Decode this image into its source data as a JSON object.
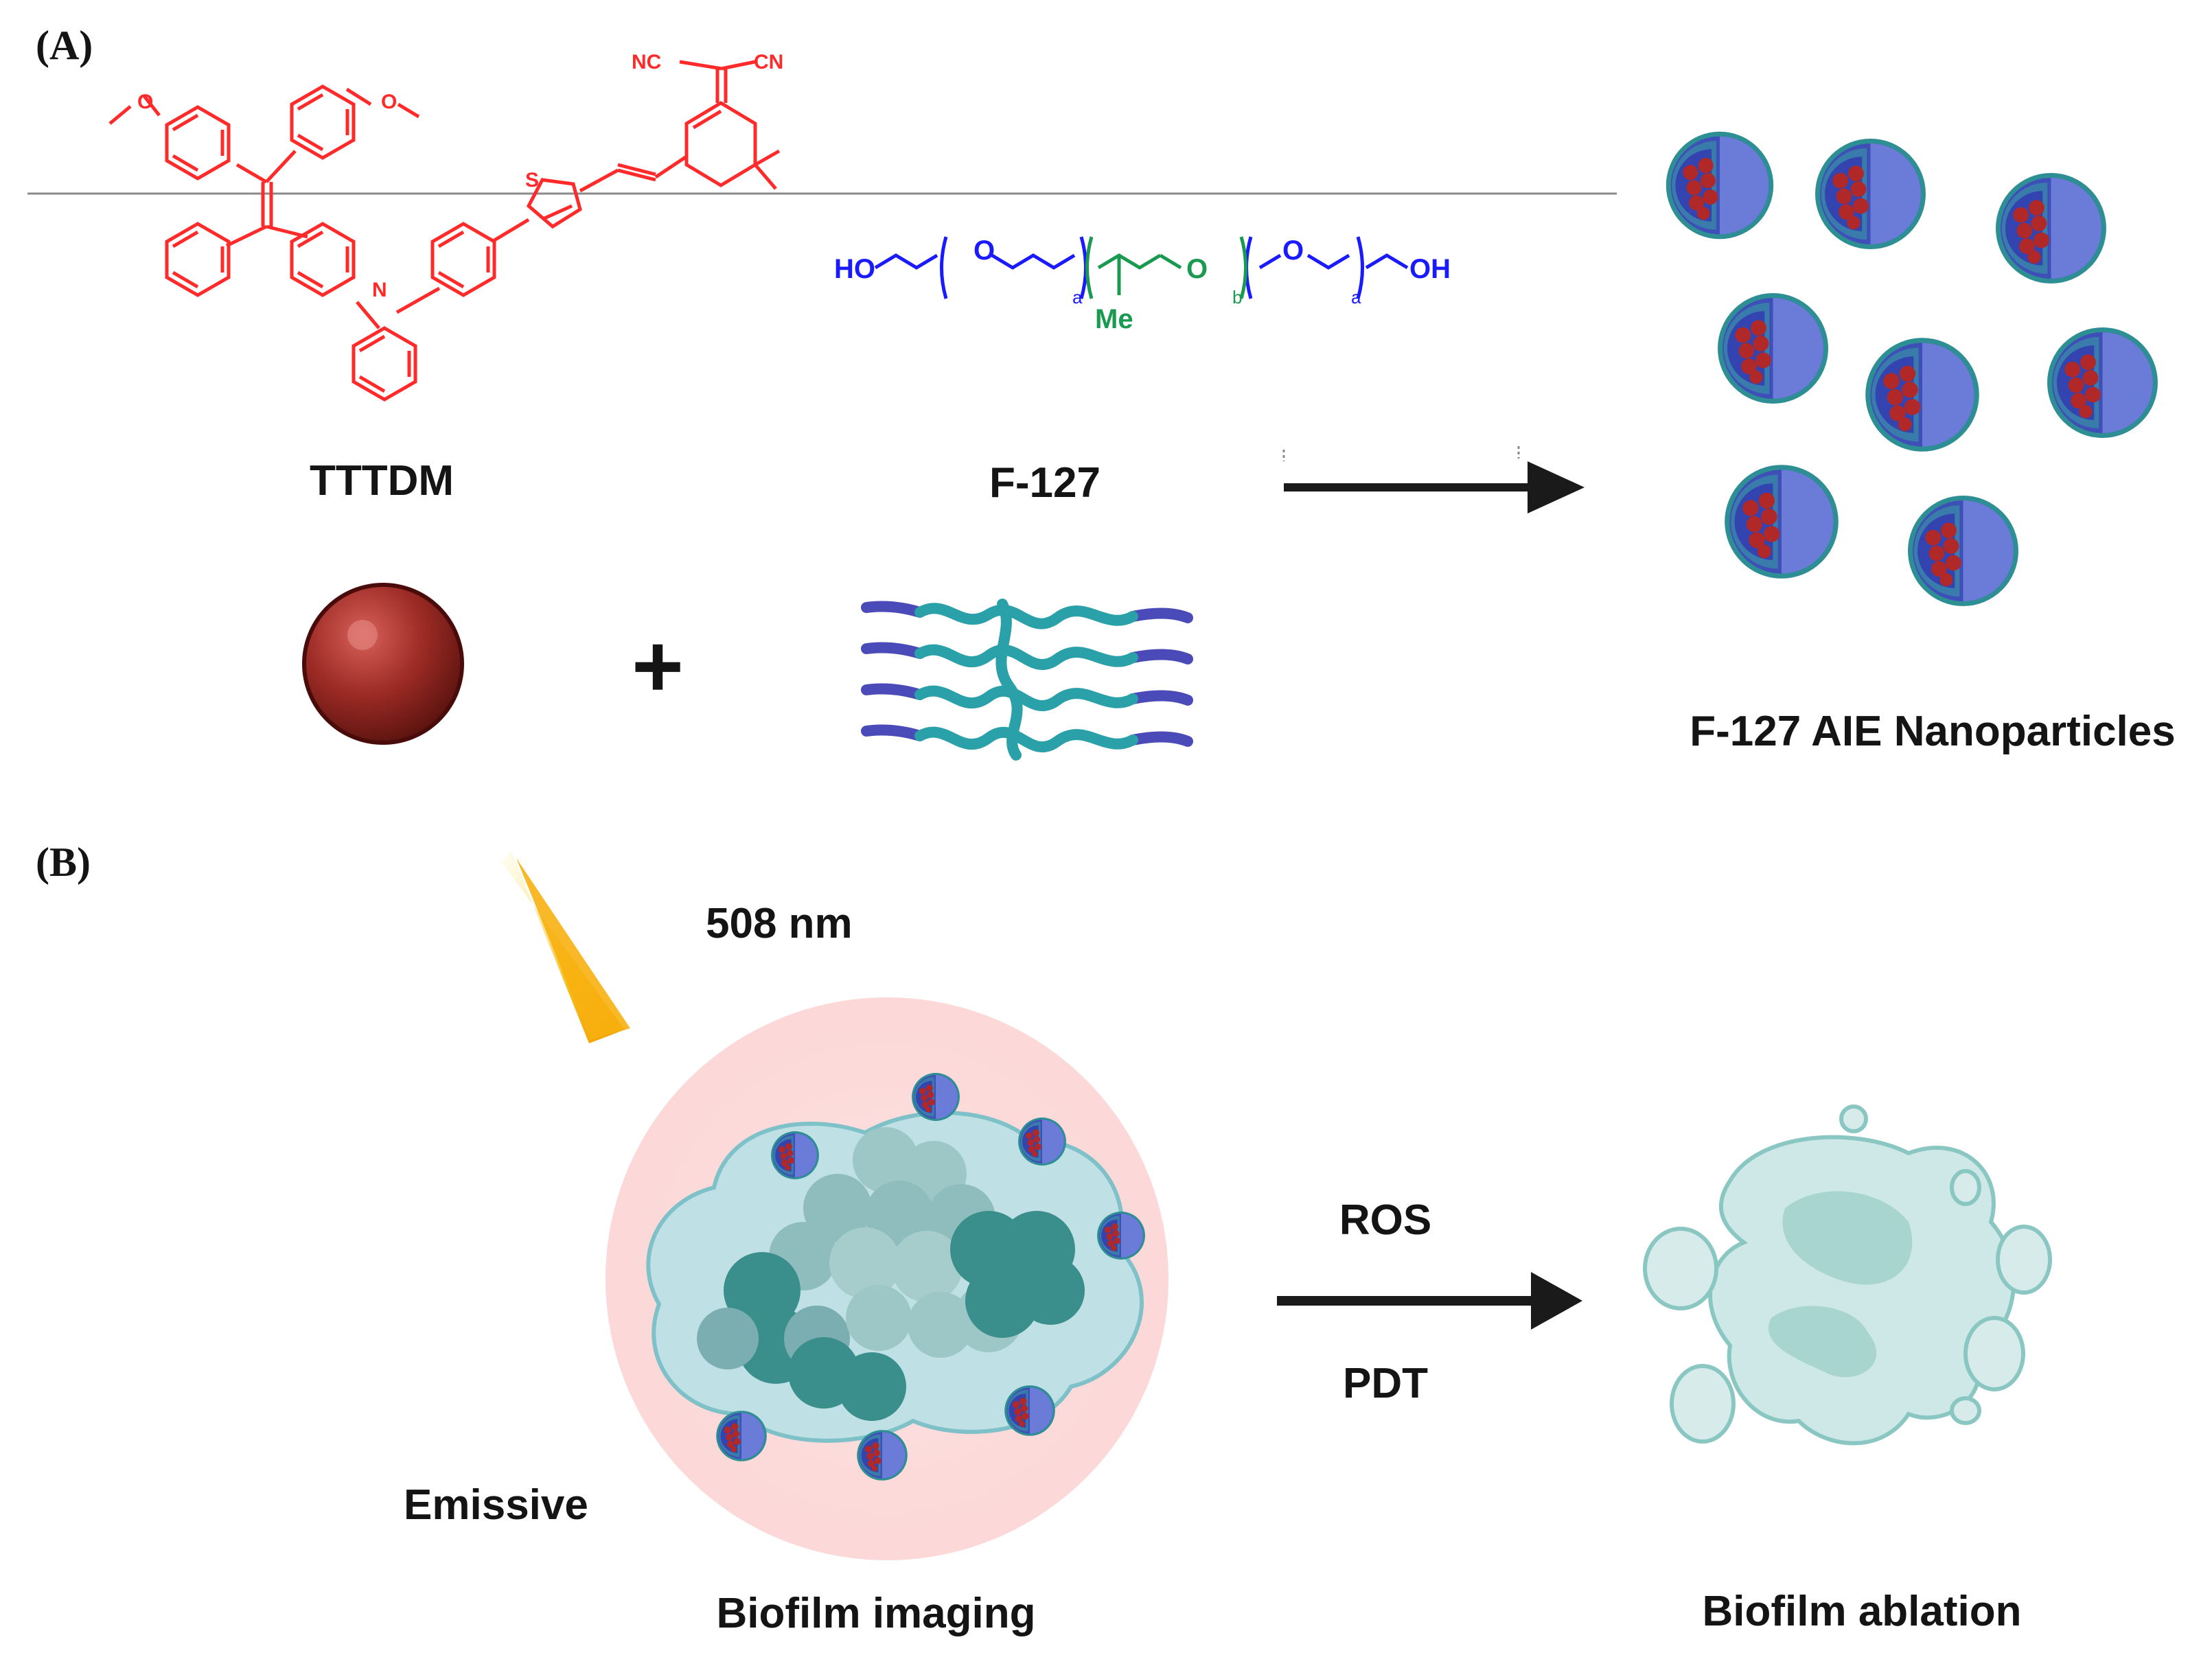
{
  "panels": {
    "a": "(A)",
    "b": "(B)"
  },
  "structures": {
    "tttdm": {
      "ome_left": "O",
      "ome_right": "O",
      "sulfur": "S",
      "nitrogen": "N",
      "nc": "NC",
      "cn": "CN",
      "color": "#ff2a2a"
    },
    "f127": {
      "ho": "HO",
      "o1": "O",
      "a1": "a",
      "me": "Me",
      "o2": "O",
      "b": "b",
      "o3": "O",
      "a2": "a",
      "oh": "OH",
      "peo_color": "#1a1aff",
      "ppo_color": "#1a9a50"
    }
  },
  "labels": {
    "tttdm": "TTTDM",
    "f127": "F-127",
    "plus": "+",
    "nanoparticles": "F-127 AIE Nanoparticles",
    "wavelength": "508 nm",
    "emissive": "Emissive",
    "ros": "ROS",
    "pdt": "PDT",
    "biofilm_imaging": "Biofilm imaging",
    "biofilm_ablation": "Biofilm ablation"
  },
  "colors": {
    "dye_sphere": "#9b2a24",
    "np_shell": "#5a6bd0",
    "np_ring": "#2e8f95",
    "biofilm_cell": "#3a8e8c",
    "glow": "#fbe3e3",
    "light_beam": "#f5a800",
    "arrow": "#1a1a1a"
  }
}
